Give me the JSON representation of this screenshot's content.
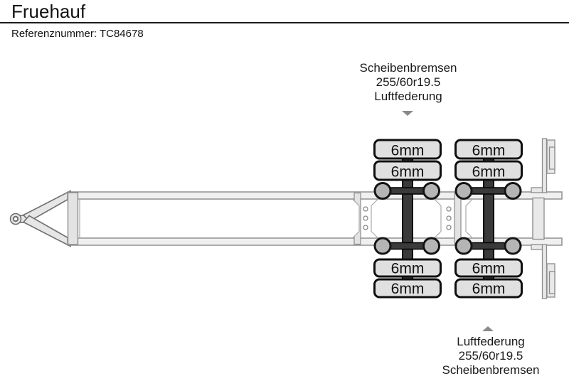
{
  "header": {
    "title": "Fruehauf",
    "reference_label": "Referenznummer:",
    "reference_value": "TC84678"
  },
  "annotations": {
    "axle1_callout": {
      "lines": [
        "Scheibenbremsen",
        "255/60r19.5",
        "Luftfederung"
      ]
    },
    "axle2_callout": {
      "lines": [
        "Luftfederung",
        "255/60r19.5",
        "Scheibenbremsen"
      ]
    }
  },
  "diagram": {
    "type": "trailer-chassis-top-view",
    "axles": 2,
    "wheels": [
      {
        "position": "axle1-top-outer",
        "label": "6mm"
      },
      {
        "position": "axle1-top-inner",
        "label": "6mm"
      },
      {
        "position": "axle1-bottom-inner",
        "label": "6mm"
      },
      {
        "position": "axle1-bottom-outer",
        "label": "6mm"
      },
      {
        "position": "axle2-top-outer",
        "label": "6mm"
      },
      {
        "position": "axle2-top-inner",
        "label": "6mm"
      },
      {
        "position": "axle2-bottom-inner",
        "label": "6mm"
      },
      {
        "position": "axle2-bottom-outer",
        "label": "6mm"
      }
    ],
    "colors": {
      "frame_fill": "#f0f0f0",
      "frame_stroke": "#8a8a8a",
      "tire_fill": "#e0e0e0",
      "tire_stroke": "#0f0f0f",
      "axle_fill": "#3a3a3a",
      "airbag_fill": "#b5b5b5",
      "arrow_color": "#8a8a8a",
      "text_color": "#1a1a1a"
    }
  }
}
